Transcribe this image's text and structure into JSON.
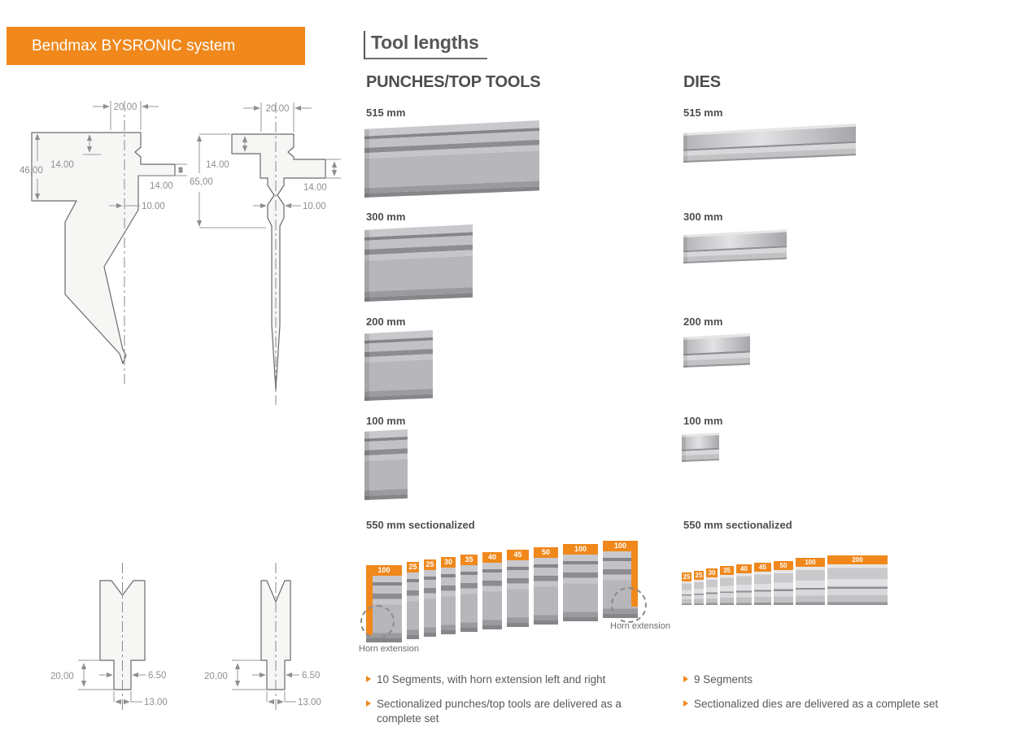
{
  "banner": {
    "title": "Bendmax BYSRONIC system"
  },
  "section": {
    "title": "Tool lengths"
  },
  "punches": {
    "heading": "PUNCHES/TOP TOOLS",
    "sizes": [
      "515 mm",
      "300 mm",
      "200 mm",
      "100 mm"
    ],
    "sectionalized": {
      "label": "550 mm sectionalized",
      "segments": [
        "100",
        "25",
        "25",
        "30",
        "35",
        "40",
        "45",
        "50",
        "100",
        "100"
      ],
      "horn_left": "Horn extension",
      "horn_right": "Horn extension"
    },
    "bullets": [
      "10 Segments, with horn extension left and right",
      "Sectionalized punches/top tools are delivered as a complete set"
    ]
  },
  "dies": {
    "heading": "DIES",
    "sizes": [
      "515 mm",
      "300 mm",
      "200 mm",
      "100 mm"
    ],
    "sectionalized": {
      "label": "550 mm sectionalized",
      "segments": [
        "25",
        "25",
        "30",
        "35",
        "40",
        "45",
        "50",
        "100",
        "200"
      ]
    },
    "bullets": [
      "9 Segments",
      "Sectionalized dies are delivered as a complete set"
    ]
  },
  "drawings": {
    "gooseneck_punch": {
      "top_width": "20.00",
      "shoulder": "14.00",
      "height": "46,00",
      "clamp": "14.00",
      "blade": "10.00"
    },
    "straight_punch": {
      "top_width": "20.00",
      "shoulder": "14.00",
      "height": "65,00",
      "clamp": "14.00",
      "blade": "10.00"
    },
    "die_wide_v": {
      "height": "20,00",
      "stem": "6.50",
      "base": "13.00"
    },
    "die_narrow_v": {
      "height": "20,00",
      "stem": "6.50",
      "base": "13.00"
    }
  },
  "colors": {
    "accent": "#F0881C"
  }
}
